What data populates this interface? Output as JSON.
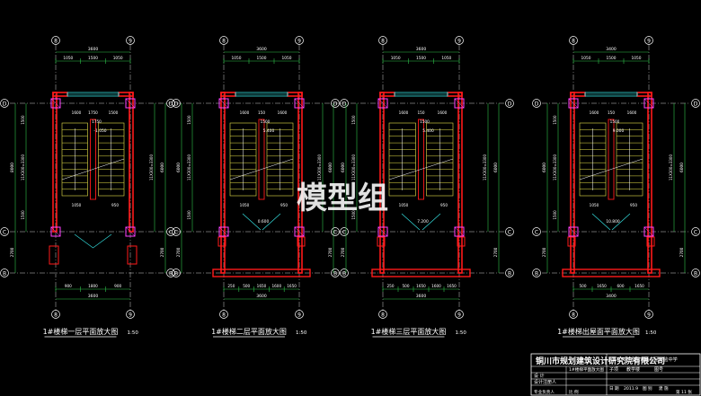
{
  "watermark": "模型组",
  "plans": [
    {
      "title": "1#楼梯一层平面放大图",
      "scale": "1:50",
      "col_left": "8",
      "col_right": "9",
      "top_dim_total": "3600",
      "top_dims": [
        "1050",
        "1500",
        "1050"
      ],
      "bottom_dims": [
        "900",
        "1800",
        "900"
      ],
      "bottom_dim_total": "3600",
      "left_dim_total": "8000",
      "left_dims": [
        "1500",
        "11X300=3300",
        "1500"
      ],
      "right_dim_total": "6000",
      "extra_dims": [
        "2700",
        "2700"
      ],
      "inner_labels": [
        "1600",
        "1750",
        "1500",
        "1750",
        "-1.050",
        "1050",
        "950"
      ]
    },
    {
      "title": "1#楼梯二层平面放大图",
      "scale": "1:50",
      "col_left": "8",
      "col_right": "9",
      "top_dim_total": "3600",
      "top_dims": [
        "1050",
        "1500",
        "1050"
      ],
      "bottom_dims": [
        "250",
        "500",
        "1650",
        "1600",
        "1650"
      ],
      "bottom_dim_total": "3600",
      "left_dim_total": "6000",
      "left_dims": [
        "1500",
        "11X300=3300",
        "1500"
      ],
      "right_dim_total": "6000",
      "extra_dims": [
        "2700",
        "2700"
      ],
      "inner_labels": [
        "1600",
        "150",
        "1600",
        "1500",
        "5.400",
        "1050",
        "950",
        "0.600"
      ]
    },
    {
      "title": "1#楼梯三层平面放大图",
      "scale": "1:50",
      "col_left": "8",
      "col_right": "9",
      "top_dim_total": "3600",
      "top_dims": [
        "1050",
        "1500",
        "1050"
      ],
      "bottom_dims": [
        "250",
        "500",
        "1650",
        "1600",
        "1650"
      ],
      "bottom_dim_total": "3600",
      "left_dim_total": "6000",
      "left_dims": [
        "1500",
        "11X300=3300",
        "1500"
      ],
      "right_dim_total": "6000",
      "extra_dims": [
        "2700",
        "2700"
      ],
      "inner_labels": [
        "1600",
        "150",
        "1600",
        "1500",
        "5.400",
        "1050",
        "950",
        "7.200"
      ]
    },
    {
      "title": "1#楼梯出屋面平面放大图",
      "scale": "1:50",
      "col_left": "8",
      "col_right": "9",
      "top_dim_total": "3400",
      "top_dims": [
        "1050",
        "1500",
        "1050"
      ],
      "bottom_dims": [
        "500",
        "1650",
        "600",
        "1650"
      ],
      "bottom_dim_total": "3400",
      "left_dim_total": "6000",
      "left_dims": [
        "1500",
        "11X300=3300",
        "1500"
      ],
      "right_dim_total": "6000",
      "extra_dims": [
        "2700",
        "2700"
      ],
      "inner_labels": [
        "1600",
        "150",
        "1600",
        "1500",
        "9.000",
        "1050",
        "950",
        "10.800"
      ]
    }
  ],
  "row_labels": [
    "D",
    "C",
    "B"
  ],
  "titleblock": {
    "company": "铜川市规划建筑设计研究院有限公司",
    "project": "JY1-620-7凤凰市新村区实验中学",
    "row1": [
      "子项",
      "教学楼",
      "图号"
    ],
    "sheet_name": "1#楼梯平面放大图",
    "row2": [
      "设 计",
      "设计注册人"
    ],
    "row3": [
      "日 期",
      "2011.9",
      "图 别",
      "建 施"
    ],
    "row4": [
      "专业负责人",
      "比 例",
      "第 11 张"
    ]
  }
}
